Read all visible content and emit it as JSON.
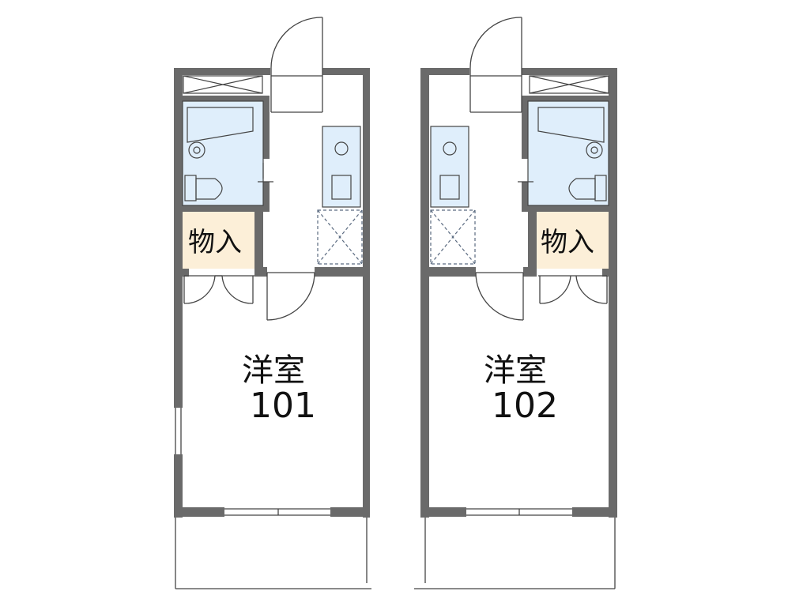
{
  "units": [
    {
      "room_label": "洋室",
      "unit_number": "101",
      "storage_label": "物入"
    },
    {
      "room_label": "洋室",
      "unit_number": "102",
      "storage_label": "物入"
    }
  ],
  "colors": {
    "wall": "#6a6a6a",
    "wet_area": "#dfeefb",
    "storage": "#fcefd8",
    "line": "#444444"
  }
}
